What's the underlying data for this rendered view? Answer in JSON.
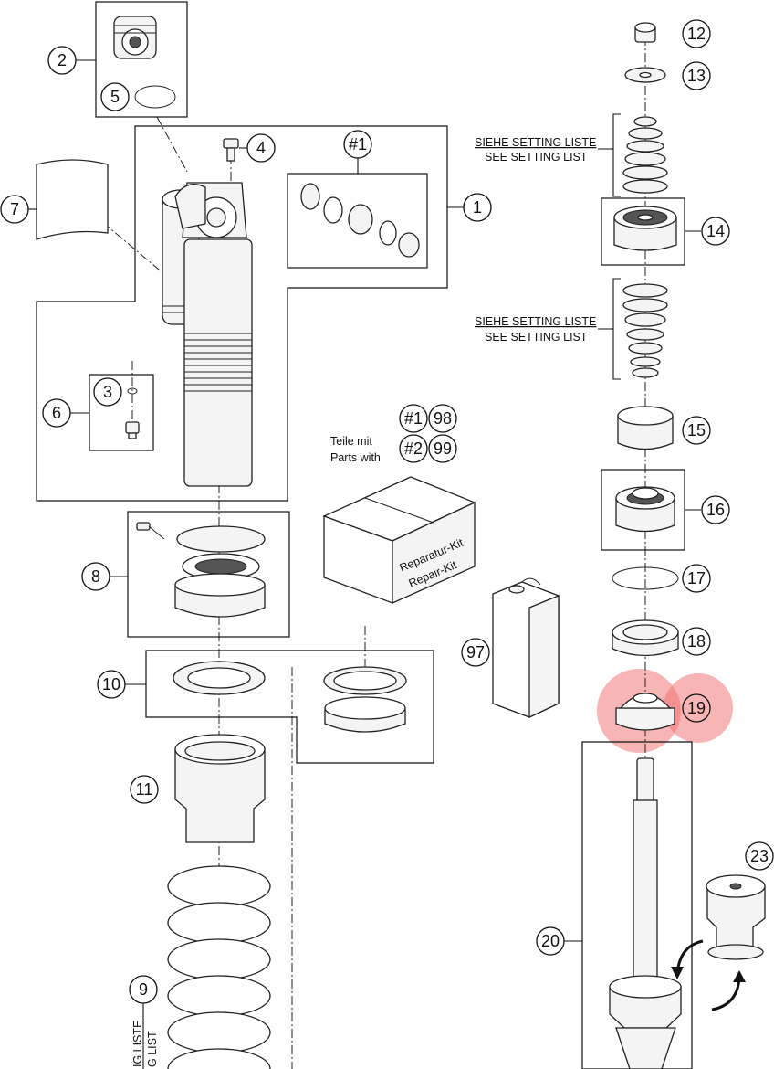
{
  "callouts": {
    "c1": "1",
    "c2": "2",
    "c3": "3",
    "c4": "4",
    "c5": "5",
    "c6": "6",
    "c7": "7",
    "c8": "8",
    "c9": "9",
    "c10": "10",
    "c11": "11",
    "c12": "12",
    "c13": "13",
    "c14": "14",
    "c15": "15",
    "c16": "16",
    "c17": "17",
    "c18": "18",
    "c19": "19",
    "c20": "20",
    "c23": "23",
    "c97": "97",
    "h1": "#1",
    "h2": "#2",
    "c98": "98",
    "c99": "99"
  },
  "setting_notes": {
    "de": "SIEHE SETTING LISTE",
    "en": "SEE SETTING LIST",
    "spring_de_fragment": "IG LISTE",
    "spring_en_fragment": "G LIST"
  },
  "parts_with": {
    "de": "Teile mit",
    "en": "Parts with"
  },
  "repair_kit": {
    "de": "Reparatur-Kit",
    "en": "Repair-Kit"
  },
  "highlight": {
    "callout": "19",
    "color": "#f26b6b"
  }
}
